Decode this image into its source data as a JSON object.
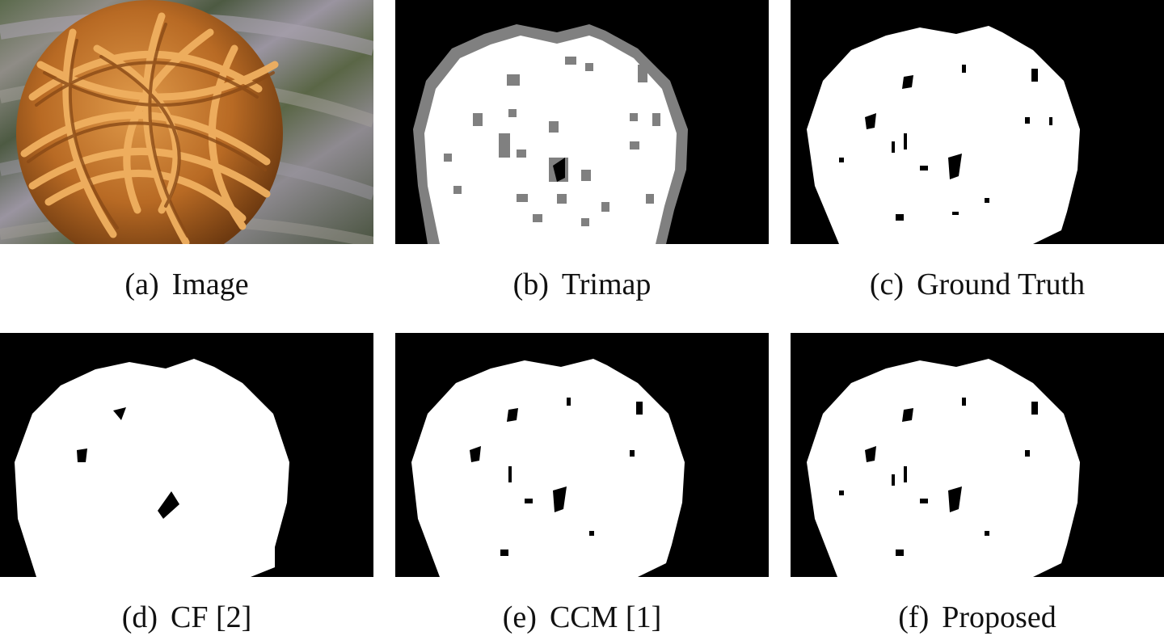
{
  "figure": {
    "panels": [
      {
        "id": "a",
        "tag": "(a)",
        "label": "Image"
      },
      {
        "id": "b",
        "tag": "(b)",
        "label": "Trimap"
      },
      {
        "id": "c",
        "tag": "(c)",
        "label": "Ground Truth"
      },
      {
        "id": "d",
        "tag": "(d)",
        "label": "CF [2]"
      },
      {
        "id": "e",
        "tag": "(e)",
        "label": "CCM [1]"
      },
      {
        "id": "f",
        "tag": "(f)",
        "label": "Proposed"
      }
    ]
  },
  "colors": {
    "background": "#000000",
    "foreground": "#ffffff",
    "unknown_region": "#808080",
    "wicker_orange": "#c8782a",
    "wicker_dark": "#7a4212"
  }
}
